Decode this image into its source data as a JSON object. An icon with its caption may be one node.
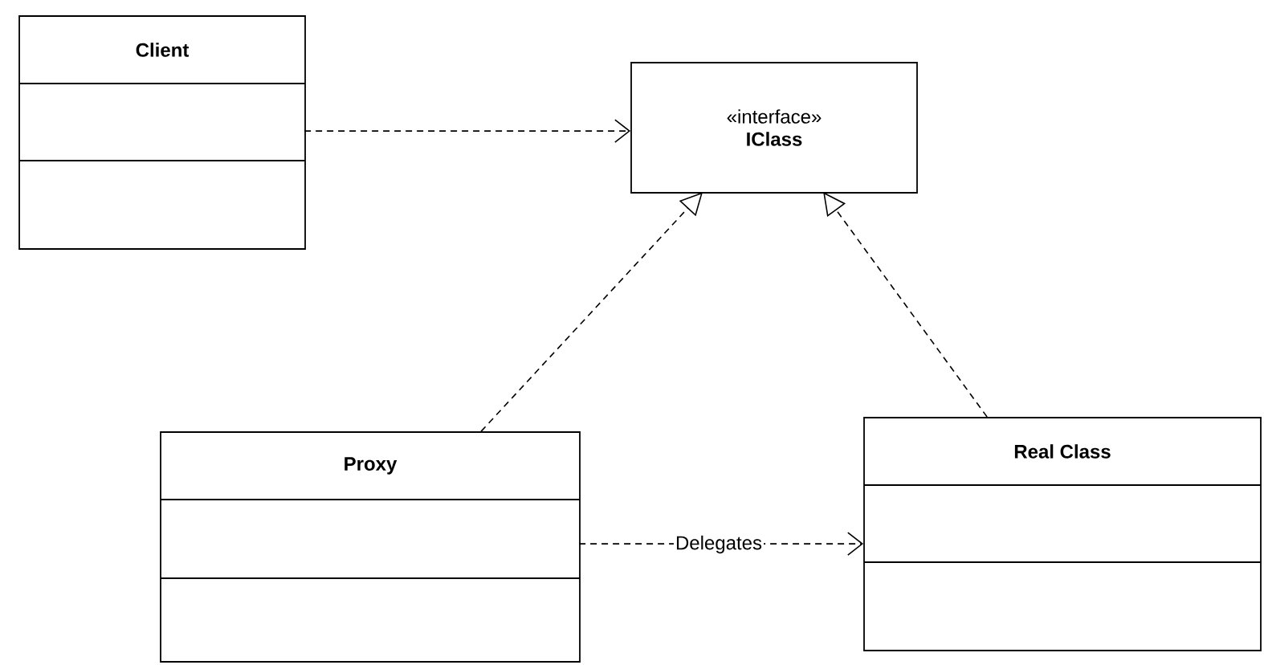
{
  "diagram": {
    "nodes": [
      {
        "text": [
          "Client"
        ]
      },
      {
        "text": [
          "«interface»",
          "IClass"
        ]
      },
      {
        "text": [
          "Proxy"
        ]
      },
      {
        "text": [
          "Real Class"
        ]
      }
    ],
    "edges": [
      {
        "from": 0,
        "to": 1,
        "arrow": "to",
        "style": "dashed"
      },
      {
        "from": 2,
        "to": 1,
        "arrow": "to",
        "style": "dashed"
      },
      {
        "from": 3,
        "to": 1,
        "arrow": "to",
        "style": "dashed"
      },
      {
        "from": 2,
        "to": 3,
        "arrow": "to",
        "style": "dashed",
        "label": "Delegates"
      }
    ]
  }
}
